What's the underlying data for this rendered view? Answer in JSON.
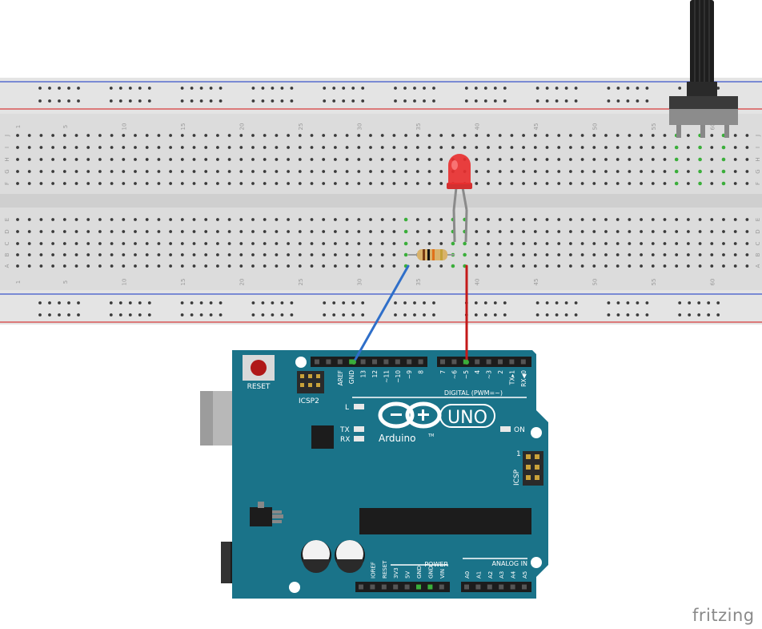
{
  "breadboard": {
    "column_labels": [
      "1",
      "5",
      "10",
      "15",
      "20",
      "25",
      "30",
      "35",
      "40",
      "45",
      "50",
      "55",
      "60"
    ],
    "row_labels_top": [
      "J",
      "I",
      "H",
      "G",
      "F"
    ],
    "row_labels_bottom": [
      "E",
      "D",
      "C",
      "B",
      "A"
    ]
  },
  "arduino": {
    "reset_label": "RESET",
    "icsp2_label": "ICSP2",
    "icsp_label": "ICSP",
    "digital_label": "DIGITAL (PWM=~)",
    "digital_pins": [
      "AREF",
      "GND",
      "13",
      "12",
      "~11",
      "~10",
      "~9",
      "8",
      "7",
      "~6",
      "~5",
      "4",
      "~3",
      "2",
      "TX▸1",
      "RX◀0"
    ],
    "l_label": "L",
    "tx_label": "TX",
    "rx_label": "RX",
    "on_label": "ON",
    "uno_label": "UNO",
    "brand_label": "Arduino",
    "tm_label": "TM",
    "icsp_pin1_label": "1",
    "power_label": "POWER",
    "analog_label": "ANALOG IN",
    "power_pins": [
      "IOREF",
      "RESET",
      "3V3",
      "5V",
      "GND",
      "GND",
      "VIN"
    ],
    "analog_pins": [
      "A0",
      "A1",
      "A2",
      "A3",
      "A4",
      "A5"
    ]
  },
  "watermark": "fritzing",
  "colors": {
    "board": "#1a7389",
    "breadboard": "#dcdcdc",
    "rail_blue": "#3b55c9",
    "rail_red": "#d63a3a",
    "wire_blue": "#2f6fc9",
    "wire_red": "#c41a1a",
    "led": "#e83030",
    "connected_hole": "#3aae3a"
  }
}
